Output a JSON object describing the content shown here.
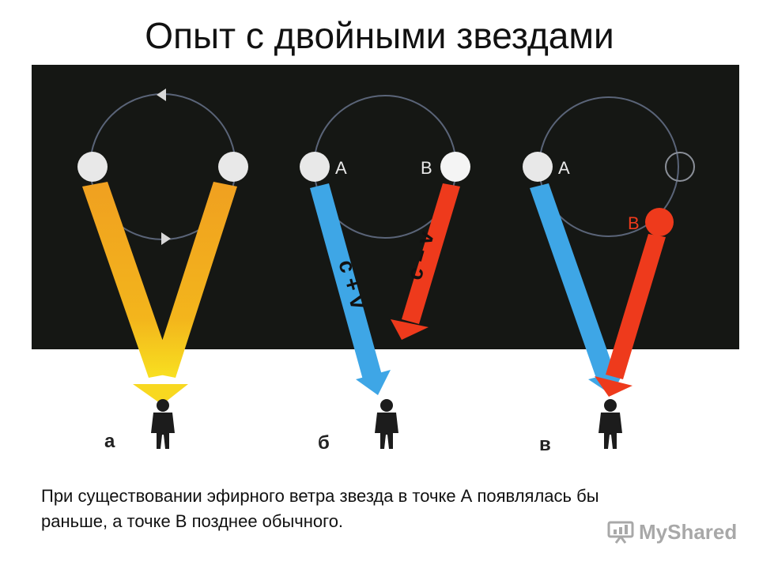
{
  "title": "Опыт с двойными звездами",
  "caption": {
    "line1": "При существовании эфирного ветра звезда в точке А появлялась бы",
    "line2": "раньше, а точке В позднее обычного."
  },
  "panels": [
    {
      "id": "a",
      "label": "а"
    },
    {
      "id": "b",
      "label": "б",
      "star_a_label": "A",
      "star_b_label": "B",
      "beam_a_label": "c + v",
      "beam_b_label": "c – v"
    },
    {
      "id": "c",
      "label": "в",
      "star_a_label": "A",
      "star_b_label": "B"
    }
  ],
  "colors": {
    "sky": "#151714",
    "orbit": "#5a6478",
    "beam_yellow": "#f2a81c",
    "beam_blue": "#3ea6e6",
    "beam_red": "#ee3a1c",
    "star": "#e8e8e8",
    "star_red": "#ee3a1c"
  },
  "watermark": {
    "text": "MyShared",
    "icon": "presentation-board-icon"
  }
}
